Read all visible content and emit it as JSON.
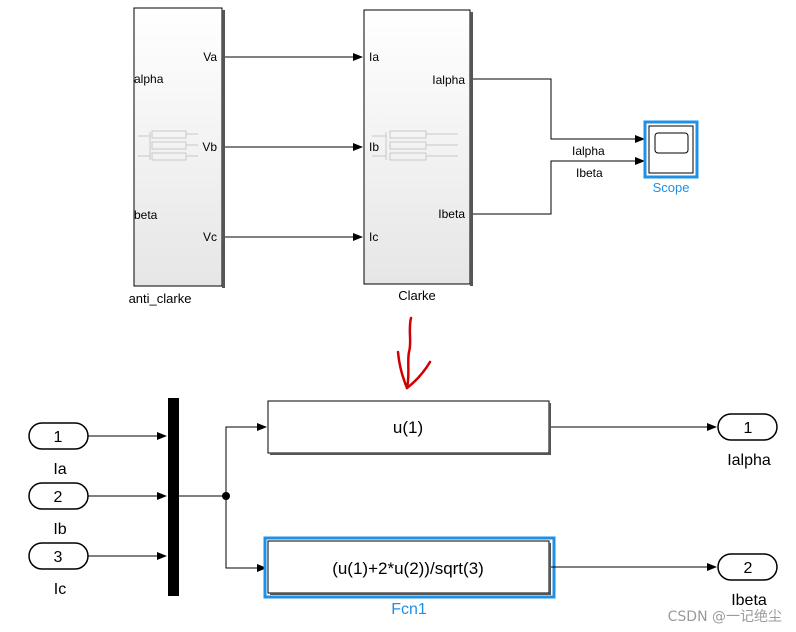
{
  "top": {
    "anti_clarke": {
      "name": "anti_clarke",
      "inner_labels": [
        "alpha",
        "beta"
      ],
      "ports_out": [
        "Va",
        "Vb",
        "Vc"
      ]
    },
    "clarke": {
      "name": "Clarke",
      "ports_in": [
        "Ia",
        "Ib",
        "Ic"
      ],
      "ports_out": [
        "Ialpha",
        "Ibeta"
      ]
    },
    "scope": {
      "name": "Scope",
      "signal_labels": [
        "Ialpha",
        "Ibeta"
      ]
    }
  },
  "bottom": {
    "inports": [
      {
        "number": "1",
        "label": "Ia"
      },
      {
        "number": "2",
        "label": "Ib"
      },
      {
        "number": "3",
        "label": "Ic"
      }
    ],
    "fcn_blocks": [
      {
        "expression": "u(1)",
        "name": ""
      },
      {
        "expression": "(u(1)+2*u(2))/sqrt(3)",
        "name": "Fcn1"
      }
    ],
    "outports": [
      {
        "number": "1",
        "label": "Ialpha"
      },
      {
        "number": "2",
        "label": "Ibeta"
      }
    ]
  },
  "watermark": "CSDN @一记绝尘",
  "colors": {
    "selection": "#1e90e8",
    "annotation_arrow": "#d00000",
    "block_gradient_end": "#e8e8e8"
  }
}
